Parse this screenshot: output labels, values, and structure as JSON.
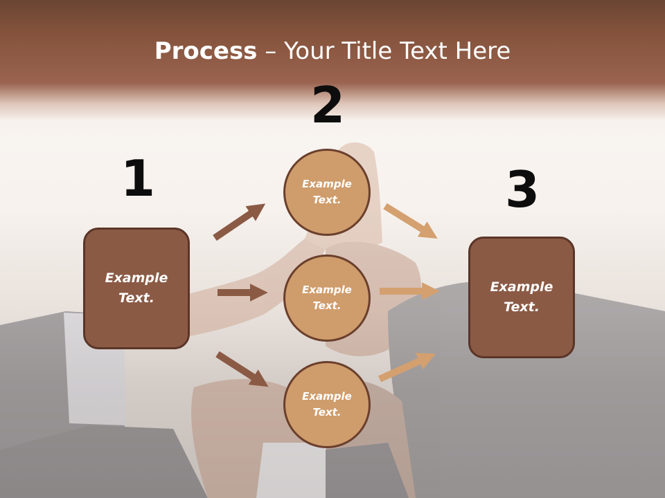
{
  "slide": {
    "title_bold": "Process",
    "title_rest": " – Your Title Text Here",
    "step_numbers": [
      "1",
      "2",
      "3"
    ]
  },
  "nodes": {
    "box_left": [
      "Example",
      "Text."
    ],
    "circle_top": [
      "Example",
      "Text."
    ],
    "circle_middle": [
      "Example",
      "Text."
    ],
    "circle_bottom": [
      "Example",
      "Text."
    ],
    "box_right": [
      "Example",
      "Text."
    ]
  },
  "colors": {
    "title_band": "#85533c",
    "box_fill": "#8b5a45",
    "box_border": "#5a3527",
    "circle_fill": "#cf9c6c",
    "circle_border": "#6a3f2c",
    "arrow_dark": "#8b5a45",
    "arrow_light": "#d4a06f",
    "number_text": "#0d0d0d"
  }
}
